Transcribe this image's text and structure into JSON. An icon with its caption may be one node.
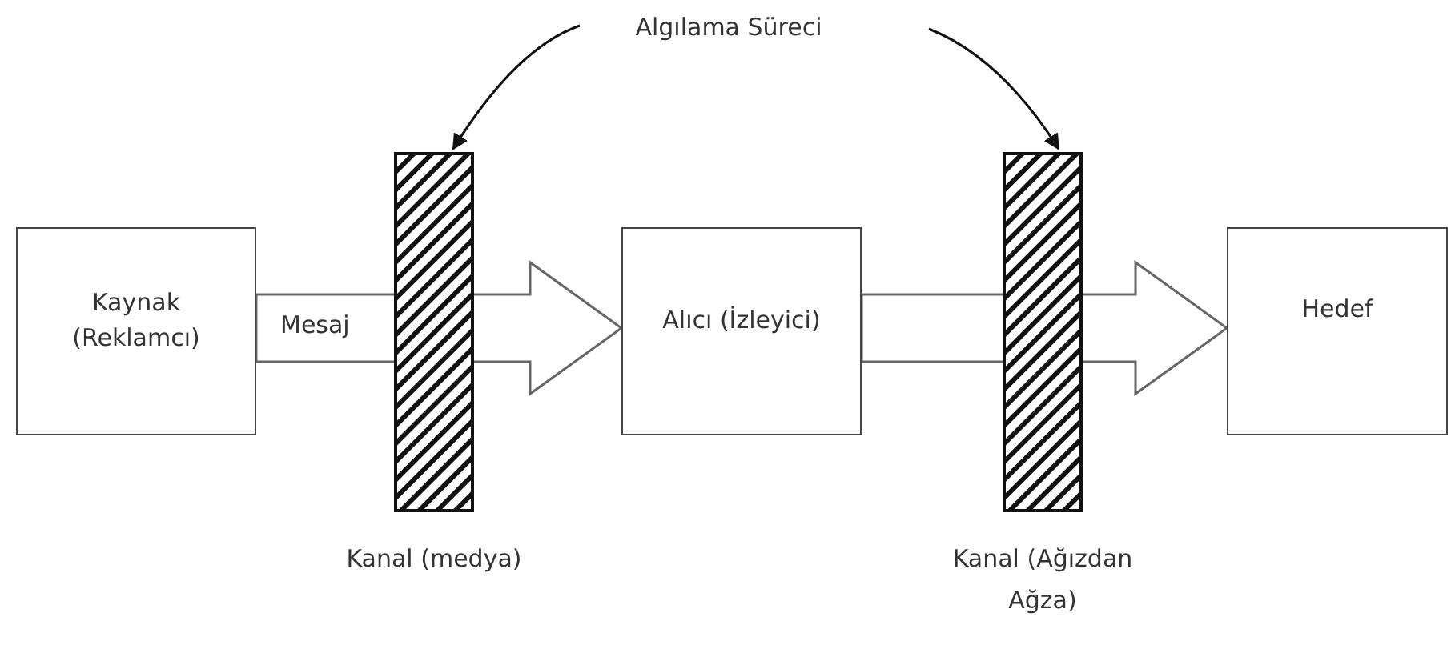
{
  "diagram": {
    "nodes": [
      {
        "text": [
          "Kaynak (Reklamcı)"
        ]
      },
      {
        "text": [
          "Alıcı (İzleyici)"
        ]
      },
      {
        "text": [
          "Hedef"
        ]
      },
      {
        "text": [],
        "shape": "bar",
        "beside": [
          "Kanal (medya)"
        ]
      },
      {
        "text": [],
        "shape": "bar",
        "beside": [
          "Kanal (Ağızdan Ağza)"
        ]
      },
      {
        "text": [
          "Algılama Süreci"
        ]
      }
    ],
    "edges": [
      {
        "from": 5,
        "to": 3,
        "arrow": "to"
      },
      {
        "from": 5,
        "to": 4,
        "arrow": "to"
      },
      {
        "from": 0,
        "to": 1,
        "arrow": "to",
        "label": "Mesaj",
        "style": "thick"
      },
      {
        "from": 1,
        "to": 2,
        "arrow": "to",
        "style": "thick"
      }
    ]
  }
}
